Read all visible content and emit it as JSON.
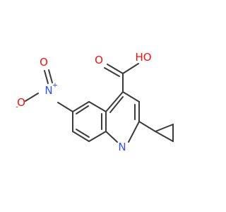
{
  "colors": {
    "bond": "#3b3b3b",
    "oxygen": "#ff0d0d",
    "nitrogen": "#3050f8"
  },
  "atoms": {
    "hydroxyl": "HO",
    "carbonyl_o": "O",
    "nitro_n": "N",
    "nitro_o_top": "O",
    "nitro_o_left": "O",
    "ring_n": "N"
  },
  "charges": {
    "nitro_n": "+",
    "nitro_o_left": "-"
  }
}
